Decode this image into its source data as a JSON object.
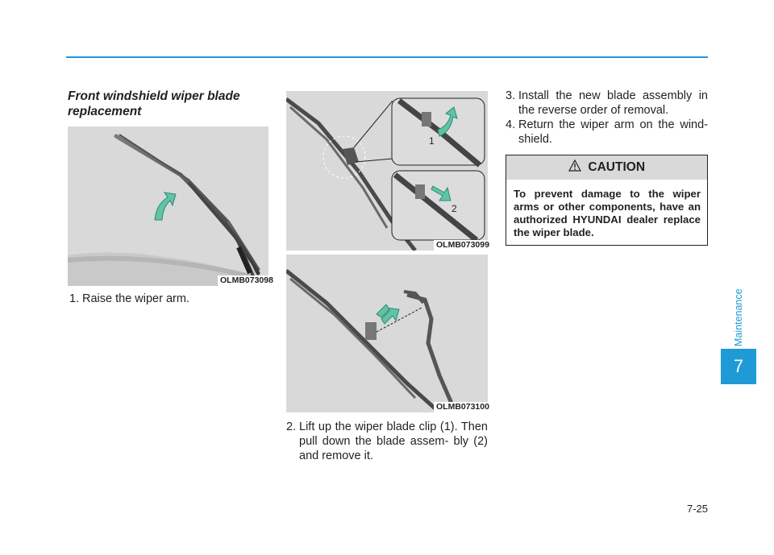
{
  "section": {
    "title": "Front windshield wiper blade replacement"
  },
  "figures": {
    "fig1_code": "OLMB073098",
    "fig2_code": "OLMB073099",
    "fig3_code": "OLMB073100",
    "fig2_callout1": "1",
    "fig2_callout2": "2"
  },
  "steps": [
    {
      "num": "1.",
      "text": "Raise the wiper arm."
    },
    {
      "num": "2.",
      "text": "Lift up the wiper blade clip (1). Then pull down the blade assem- bly (2) and remove it."
    },
    {
      "num": "3.",
      "text": "Install the new blade assembly in the reverse order of removal."
    },
    {
      "num": "4.",
      "text": "Return the wiper arm on the wind- shield."
    }
  ],
  "caution": {
    "heading": "CAUTION",
    "text": "To prevent damage to the wiper arms or other components, have an authorized HYUNDAI dealer replace the wiper blade."
  },
  "chapter": {
    "number": "7",
    "label": "Maintenance"
  },
  "page": {
    "number": "7-25"
  },
  "colors": {
    "accent": "#1f9ad6",
    "arrow": "#5fc3a8"
  },
  "icons": {
    "warning": "warning-triangle-icon"
  }
}
